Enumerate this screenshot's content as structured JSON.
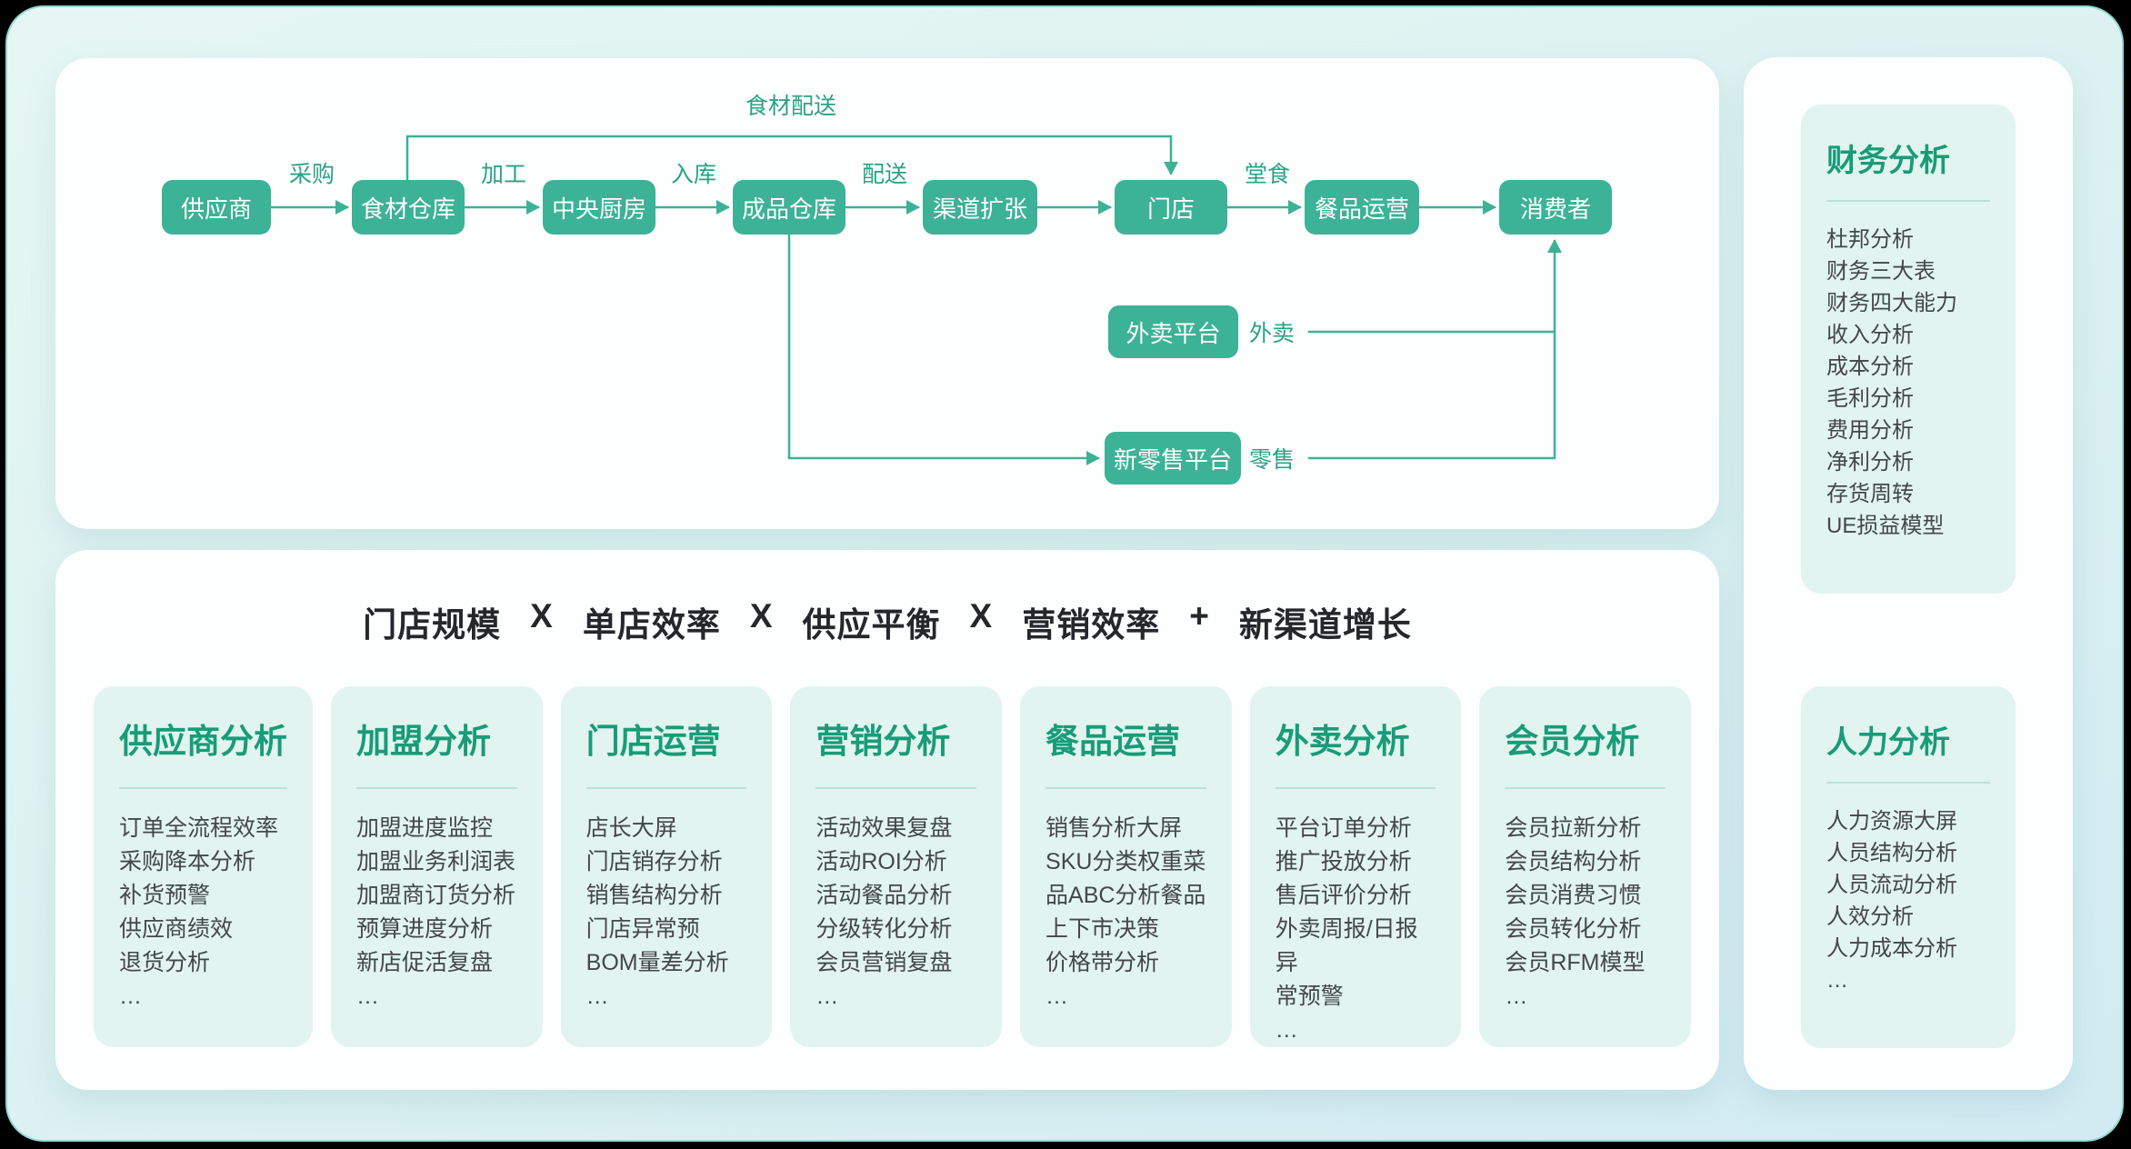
{
  "flow": {
    "nodes": [
      {
        "id": "supplier",
        "label": "供应商"
      },
      {
        "id": "ingredient-warehouse",
        "label": "食材仓库"
      },
      {
        "id": "central-kitchen",
        "label": "中央厨房"
      },
      {
        "id": "finished-goods-warehouse",
        "label": "成品仓库"
      },
      {
        "id": "channel-expansion",
        "label": "渠道扩张"
      },
      {
        "id": "store",
        "label": "门店"
      },
      {
        "id": "food-operations",
        "label": "餐品运营"
      },
      {
        "id": "consumer",
        "label": "消费者"
      },
      {
        "id": "takeout-platform",
        "label": "外卖平台"
      },
      {
        "id": "new-retail-platform",
        "label": "新零售平台"
      }
    ],
    "edge_labels": [
      "采购",
      "加工",
      "入库",
      "配送",
      "堂食",
      "食材配送",
      "外卖",
      "零售"
    ]
  },
  "formula": {
    "segments": [
      "门店规模",
      "X",
      "单店效率",
      "X",
      "供应平衡",
      "X",
      "营销效率",
      "+",
      "新渠道增长"
    ]
  },
  "bottom_cards": [
    {
      "title": "供应商分析",
      "items": [
        "订单全流程效率",
        "采购降本分析",
        "补货预警",
        "供应商绩效",
        "退货分析",
        "…"
      ]
    },
    {
      "title": "加盟分析",
      "items": [
        "加盟进度监控",
        "加盟业务利润表",
        "加盟商订货分析",
        "预算进度分析",
        "新店促活复盘",
        "…"
      ]
    },
    {
      "title": "门店运营",
      "items": [
        "店长大屏",
        "门店销存分析",
        "销售结构分析",
        "门店异常预",
        "BOM量差分析",
        "…"
      ]
    },
    {
      "title": "营销分析",
      "items": [
        "活动效果复盘",
        "活动ROI分析",
        "活动餐品分析",
        "分级转化分析",
        "会员营销复盘",
        "…"
      ]
    },
    {
      "title": "餐品运营",
      "items": [
        "销售分析大屏",
        "SKU分类权重菜",
        "品ABC分析餐品",
        "上下市决策",
        "价格带分析",
        "…"
      ]
    },
    {
      "title": "外卖分析",
      "items": [
        "平台订单分析",
        "推广投放分析",
        "售后评价分析",
        "外卖周报/日报异",
        "常预警",
        "…"
      ]
    },
    {
      "title": "会员分析",
      "items": [
        "会员拉新分析",
        "会员结构分析",
        "会员消费习惯",
        "会员转化分析",
        "会员RFM模型",
        "…"
      ]
    }
  ],
  "side_cards": [
    {
      "title": "财务分析",
      "items": [
        "杜邦分析",
        "财务三大表",
        "财务四大能力",
        "收入分析",
        "成本分析",
        "毛利分析",
        "费用分析",
        "净利分析",
        "存货周转",
        "UE损益模型"
      ]
    },
    {
      "title": "人力分析",
      "items": [
        "人力资源大屏",
        "人员结构分析",
        "人员流动分析",
        "人效分析",
        "人力成本分析",
        "…"
      ]
    }
  ],
  "colors": {
    "node_green": "#3cb296",
    "title_green": "#189c78",
    "edge_label_green": "#2aa187",
    "mint_card_bg": "#e2f4ef",
    "panel_bg": "#fcfffe",
    "canvas_gradient_start": "#e6f7f3",
    "canvas_gradient_end": "#d2ebf3",
    "body_text": "#43474b",
    "formula_text": "#24282b"
  }
}
